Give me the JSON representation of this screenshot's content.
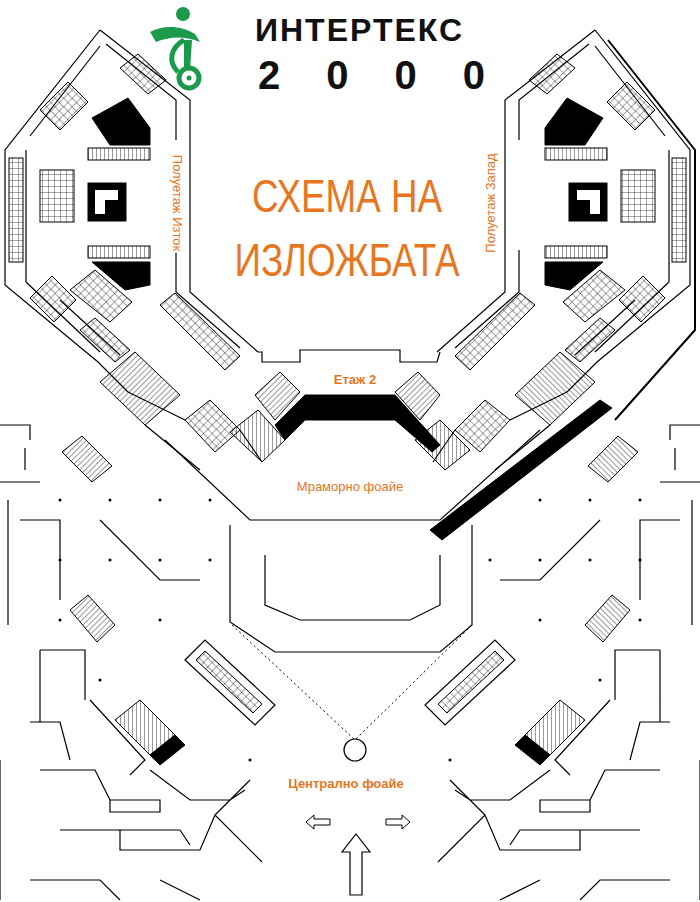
{
  "diagram": {
    "title": "СХЕМА НА ИЗЛОЖБАТА",
    "labels": [
      "ИНТЕРТЕКС",
      "2000",
      "Полуетаж Изток",
      "Полуетаж Запад",
      "Етаж 2",
      "Мраморно фоайе",
      "Централно фоайе"
    ]
  }
}
